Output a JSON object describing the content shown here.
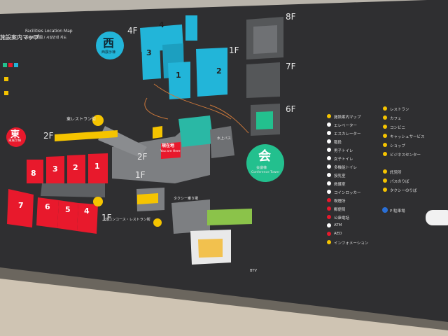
{
  "sign": {
    "title_jp": "施設案内マップ",
    "title_en": "Facilities Location Map",
    "title_sub": "设施指南图 / 시설안내 지도"
  },
  "wings": {
    "west": {
      "char": "西",
      "label": "西展示棟"
    },
    "east": {
      "char": "東",
      "label": "東展示棟"
    },
    "conference": {
      "char": "会",
      "label": "会議棟",
      "label_en": "Conference Tower"
    }
  },
  "floors": {
    "f4": "4F",
    "f1_top": "1F",
    "f8": "8F",
    "f7": "7F",
    "f6": "6F",
    "f2_left": "2F",
    "f2_mid": "2F",
    "f1_mid": "1F",
    "f1_bottom": "1F"
  },
  "halls": {
    "west": [
      "4",
      "3",
      "1",
      "2"
    ],
    "east_upper": [
      "8",
      "3",
      "2",
      "1"
    ],
    "east_lower": [
      "7",
      "6",
      "5",
      "4"
    ]
  },
  "you_are_here": {
    "jp": "現在地",
    "en": "You are Here"
  },
  "map_labels": {
    "east_restaurant": "東レストラン街",
    "food_court": "北コンコース・レストラン街",
    "bus": "水上バス",
    "taxi": "タクシー乗り場",
    "btv": "BTV"
  },
  "legend_left": [
    "施設案内マップ",
    "エレベーター",
    "エスカレーター",
    "階段",
    "男子トイレ",
    "女子トイレ",
    "多機能トイレ",
    "授乳室",
    "救護室",
    "コインロッカー",
    "喫煙所",
    "郵便局",
    "公衆電話",
    "ATM",
    "AED",
    "インフォメーション"
  ],
  "legend_right": [
    "レストラン",
    "カフェ",
    "コンビニ",
    "キャッシュサービス",
    "ショップ",
    "ビジネスセンター",
    "託児所",
    "パスのりば",
    "タクシーのりば",
    "P 駐車場"
  ],
  "colors": {
    "board": "#2f2f31",
    "cyan": "#22b5d9",
    "red": "#e8192c",
    "yellow": "#f5c400",
    "teal": "#23c08e",
    "gray": "#7d7f82",
    "floor_tile": "#cfc4b3"
  },
  "icons": [
    "escalator-icon",
    "elevator-icon",
    "restroom-icon",
    "info-icon",
    "parking-icon"
  ]
}
